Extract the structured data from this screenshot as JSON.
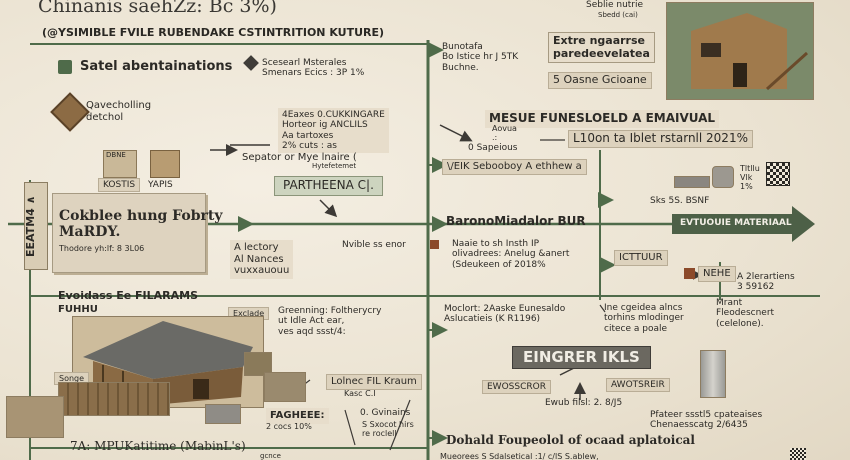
{
  "title": "Chinanis saehZz: Bc 3%)",
  "subtitle": "(@YSIMIBLE FVILE RUBENDAKE CSTINTRITION KUTURE)",
  "left_section": {
    "head": "Satel abentainations",
    "cave_label": "Qavecholling\ndetchol",
    "pile_note": "4Eaxes 0.CUKKINGARE\nHorteor ig ANCLILS\nAa tartoxes\n2% cuts : as",
    "bin_label": "DBNE",
    "kostis": "KOSTIS",
    "yapis": "YAPIS",
    "vertical": "EEATM4 ∧",
    "cobble_title": "Cokblee hung Fobrty\nMaRDY.",
    "cobble_sub": "Thodore yh:lf: 8 3L06",
    "actor_note": "A lectory\nAl Nances\nvuxxauouu",
    "sepat_note": "Sepator or Mye lnaire (",
    "sepat_small": "Hytefetemet",
    "partheena": "PARTHEENA C|.",
    "nvible": "Nvible ss enor",
    "evoid_head": "Evoidass Ee FILARAMS",
    "evoid_sub": "FUHHU",
    "exclade": "Exclade",
    "green_note": "Greenning: Foltherycry\nut Idle Act ear,\nves aqd ssst/4:",
    "songe": "Songe",
    "loinec": "Lolnec FIL Kraum",
    "kasc": "Kasc C.I",
    "fagmee_title": "FAGHEEE:",
    "fagmee_sub": "2 cocs 10%",
    "bottom_left": "7A: MPUKatitime (MabinL's)",
    "gvinains": "0. Gvinains",
    "gvinains_sub": "S Sxocot hirs\nre roclell",
    "gcnce": "gcnce"
  },
  "middle_section": {
    "top_note": "Bunotafa\nBo Istice hr J 5TK\nBuchne.",
    "seesm": "Scesearl Msterales\nSmenars Ecics : 3P 1%",
    "mesue": "MESUE FUNESLOELD A EMAIVUAL",
    "mesue_sub": "Aovua\n.:",
    "lib_note": "L10on ta Iblet rstarnll 2021%",
    "osap": "0 Sapeious",
    "veir": "\\/EIK Sebooboy A ethhew a",
    "baron": "BaronoMiadalor BUR",
    "nsse": "Naaie to sh Insth IP\nolivadrees: Anelug &anert\n(Sdeukeen of 2018%",
    "moclort": "Moclort: 2Aaske Eunesaldo\nAslucatieis (K R1196)",
    "ingrer": "EINGRER IKLS",
    "ewoss": "EWOSSCROR",
    "awots": "AWOTSREIR",
    "ewub": "Ewub  filsl: 2. 8/J5",
    "dohald": "Dohald Foupeolol of ocaad aplatoical",
    "dohald_sub": "Mueorees S Sdalsetical :1/ c/lS  S.ablew, "
  },
  "right_section": {
    "photo_top": "Seblie nutrie",
    "photo_sub": "Sbedd (cai)",
    "extro": "Extre ngaarrse\nparedeevelatea",
    "oasne": "5 Oasne Gcioane",
    "arrow_label": "EVTUOUIE MATERIAAL",
    "bsnf": "Sks  5S. BSNF",
    "ictur": "ICTTUUR",
    "nehe": "NEHE",
    "a2": "A 2lerartiens\n3 59162",
    "mrant": "Mrant\nFleodescnert\n(celelone).",
    "ine": "Ine cgeidea alncs\ntorhins mlodinger\ncitece a poale",
    "pfatear": "Pfateer ssstl5 cpateaises\nChenaesscatg 2/6435",
    "tia": "Tltllu\nVlk\n1%"
  },
  "colors": {
    "line": "#4f6b4a",
    "dark": "#3f3c38",
    "paper": "#efe8d9",
    "accent_green": "#4d6047"
  }
}
